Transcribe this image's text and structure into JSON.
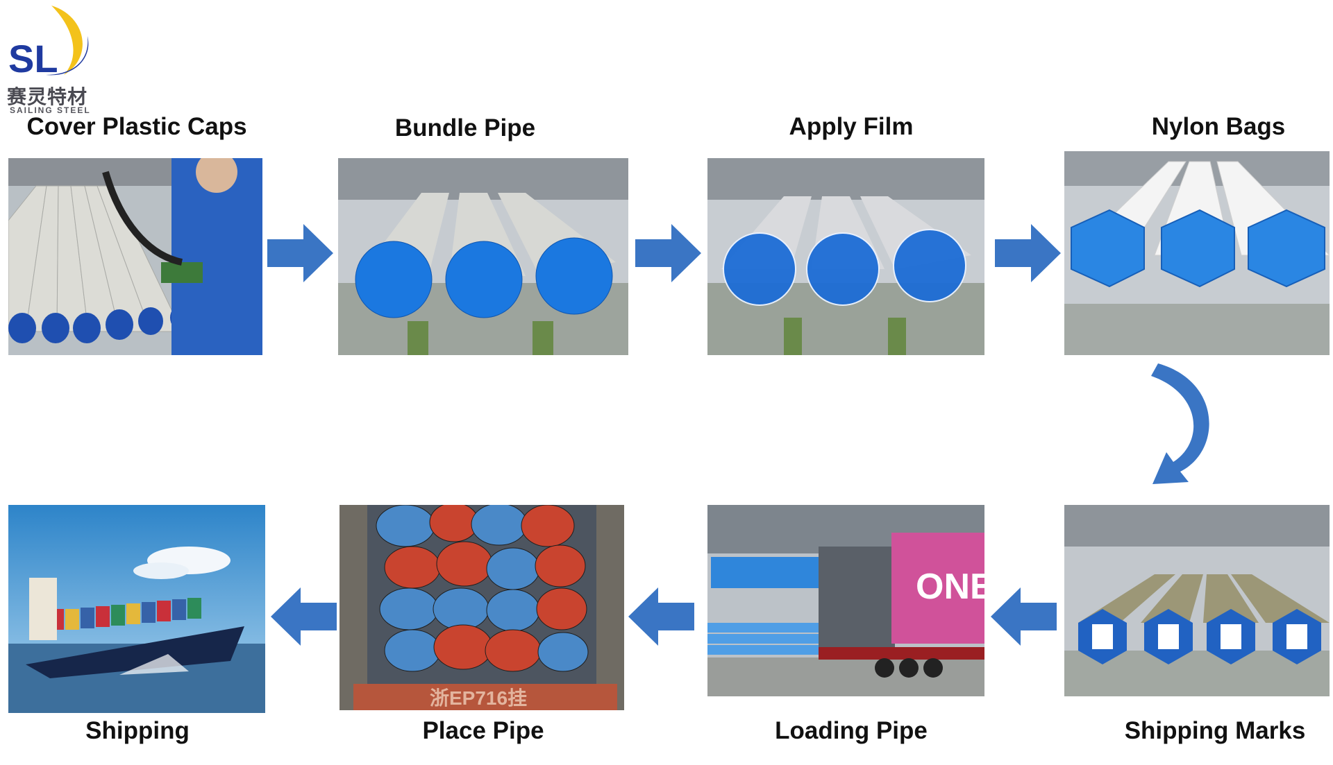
{
  "brand": {
    "monogram": "SL",
    "name_cn": "赛灵特材",
    "name_en": "SAILING STEEL"
  },
  "steps": [
    {
      "id": "cover-plastic-caps",
      "label": "Cover Plastic Caps"
    },
    {
      "id": "bundle-pipe",
      "label": "Bundle Pipe"
    },
    {
      "id": "apply-film",
      "label": "Apply Film"
    },
    {
      "id": "nylon-bags",
      "label": "Nylon Bags"
    },
    {
      "id": "shipping-marks",
      "label": "Shipping Marks"
    },
    {
      "id": "loading-pipe",
      "label": "Loading Pipe"
    },
    {
      "id": "place-pipe",
      "label": "Place Pipe"
    },
    {
      "id": "shipping",
      "label": "Shipping"
    }
  ],
  "photo_text": {
    "container_brand": "ONE",
    "truck_plate": "浙EP716挂"
  },
  "colors": {
    "arrow": "#3a75c4",
    "cap_blue": "#1f6fd1",
    "bag_red": "#d0452f",
    "container_pink": "#d0529a"
  }
}
